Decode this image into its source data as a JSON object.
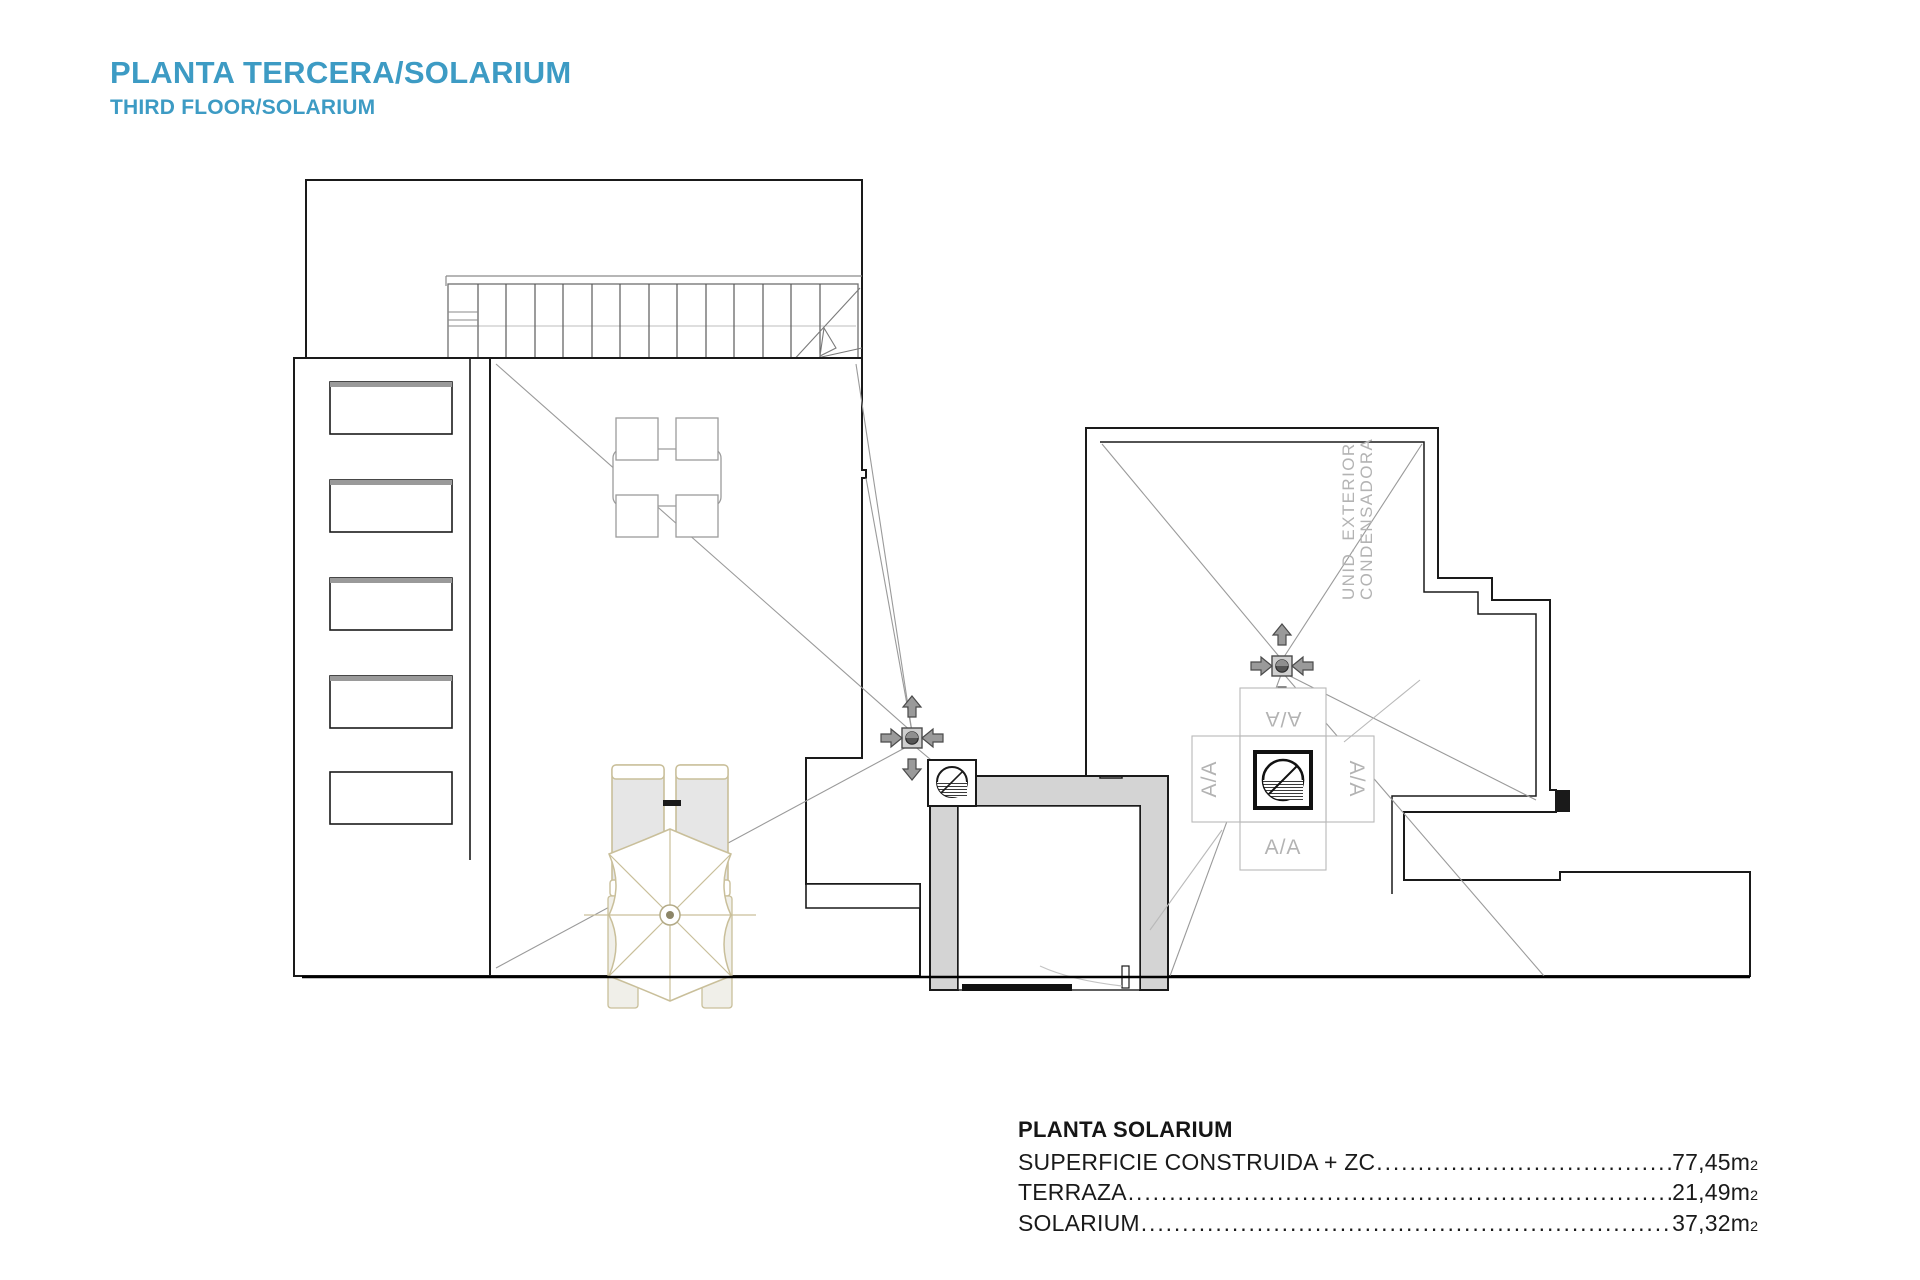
{
  "document": {
    "title": "PLANTA TERCERA/SOLARIUM",
    "subtitle": "THIRD FLOOR/SOLARIUM",
    "title_color": "#3d9bc4",
    "subtitle_color": "#3d9bc4"
  },
  "legend": {
    "heading": "PLANTA SOLARIUM",
    "leader_dots": "...........................................................................................................................",
    "rows": [
      {
        "label": "SUPERFICIE CONSTRUIDA + ZC",
        "value": "77,45",
        "unit": "m",
        "exponent": "2"
      },
      {
        "label": "TERRAZA",
        "value": "21,49",
        "unit": "m",
        "exponent": "2"
      },
      {
        "label": "SOLARIUM",
        "value": "37,32",
        "unit": "m",
        "exponent": "2"
      }
    ]
  },
  "plan": {
    "annotations": {
      "condenser_unit": "UNID. EXTERIOR CONDENSADORA",
      "ac_label_top": "A/A",
      "ac_label_left": "A/A",
      "ac_label_right": "A/A",
      "ac_label_bottom": "A/A"
    },
    "colors": {
      "wall_outline": "#000000",
      "wall_fill": "#d4d4d4",
      "thin_line": "#6f6f6f",
      "hip_line": "#9a9a9a",
      "furniture_outline": "#c9bf9a",
      "furniture_fill": "#e6e6e6",
      "drain_arrow": "#8a8a8a",
      "faint_text": "#b3b3b3",
      "ground_line": "#000000"
    },
    "elements": {
      "left_terrace": "left roof terrace with hip lines",
      "right_terrace": "right roof terrace with hip lines",
      "staircase": "stair run with treads at top",
      "stairwell_enclosure": "stairwell box with thick walls",
      "dining_set": "table with four chairs",
      "sun_loungers": "two sun loungers",
      "parasol": "eight segment parasol",
      "planter_boxes": "five rectangular boxes on left edge",
      "roof_drain_left": "roof drain with four arrows",
      "roof_drain_right": "roof drain with four arrows",
      "ac_condenser": "exterior condenser unit"
    }
  }
}
